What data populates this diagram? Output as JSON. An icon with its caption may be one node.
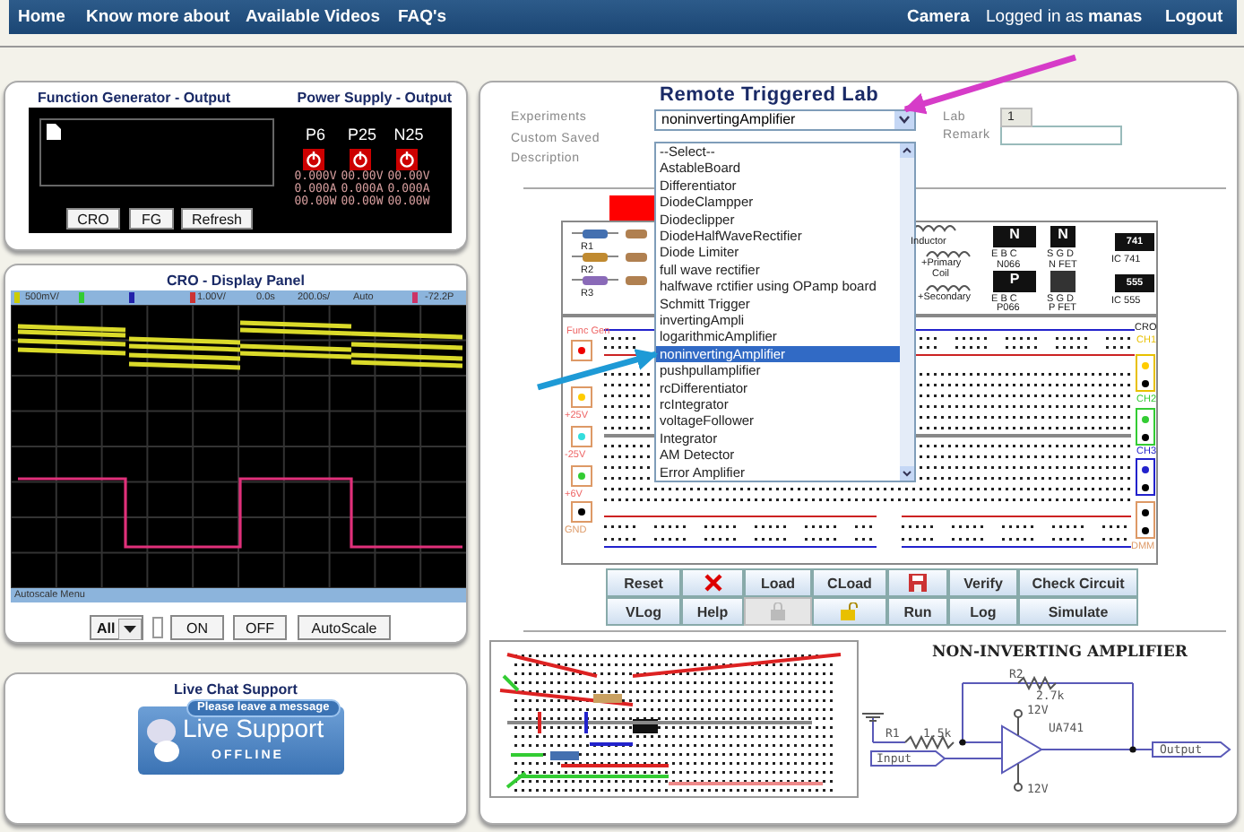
{
  "diagram": {
    "nodes": [
      {
        "text": [
          "Function Generator - Output",
          "Power Supply - Output"
        ]
      },
      {
        "text": [
          "CRO - Display Panel"
        ]
      },
      {
        "text": [
          "Live Chat Support"
        ]
      },
      {
        "text": [
          "Remote Triggered Lab"
        ]
      },
      {
        "text": [
          "noninvertingAmplifier"
        ],
        "in": 3
      },
      {
        "text": [
          "noninvertingAmplifier"
        ],
        "in": 3
      }
    ],
    "edges": [
      {
        "from": null,
        "to": 4,
        "arrow": "to",
        "color": "#d63cc8"
      },
      {
        "from": null,
        "to": 5,
        "arrow": "to",
        "color": "#1e9ad6"
      }
    ],
    "labels": [
      "Home",
      "Know more about",
      "Available Videos",
      "FAQ's",
      "Camera",
      "Logged in as **manas**",
      "Logout",
      "P6",
      "P25",
      "N25",
      "0.000V",
      "00.00V",
      "00.00V",
      "0.000A",
      "0.000A",
      "0.000A",
      "00.00W",
      "00.00W",
      "00.00W",
      "CRO",
      "FG",
      "Refresh",
      "500mV/",
      "1.00V/",
      "0.0s",
      "200.0s/",
      "Auto",
      "-72.2P",
      "Autoscale Menu",
      "All",
      "ON",
      "OFF",
      "AutoScale",
      "Please leave a message",
      "Live Support",
      "OFFLINE",
      "Experiments",
      "Custom Saved Description",
      "Lab",
      "1",
      "Remark",
      "--Select--",
      "AstableBoard",
      "Differentiator",
      "DiodeClampper",
      "Diodeclipper",
      "DiodeHalfWaveRectifier",
      "Diode Limiter",
      "full wave rectifier",
      "halfwave rctifier using OPamp board",
      "Schmitt Trigger",
      "invertingAmpli",
      "logarithmicAmplifier",
      "pushpullamplifier",
      "rcDifferentiator",
      "rcIntegrator",
      "voltageFollower",
      "Integrator",
      "AM Detector",
      "Error Amplifier",
      "R1",
      "R2",
      "R3",
      "Inductor",
      "+Primary",
      "Coil",
      "+Secondary",
      "N",
      "E B C",
      "N066",
      "N",
      "S G D",
      "N FET",
      "P",
      "E B C",
      "P066",
      "S G D",
      "P FET",
      "741",
      "IC 741",
      "555",
      "IC 555",
      "Func Gen",
      "+25V",
      "-25V",
      "+6V",
      "GND",
      "CRO",
      "CH1",
      "CH2",
      "CH3",
      "DMM",
      "Reset",
      "Load",
      "CLoad",
      "Verify",
      "Check Circuit",
      "VLog",
      "Help",
      "Run",
      "Log",
      "Simulate",
      "NON-INVERTING AMPLIFIER",
      "R2",
      "2.7k",
      "12V",
      "UA741",
      "R1",
      "1.5k",
      "Input",
      "Output",
      "12V"
    ]
  }
}
